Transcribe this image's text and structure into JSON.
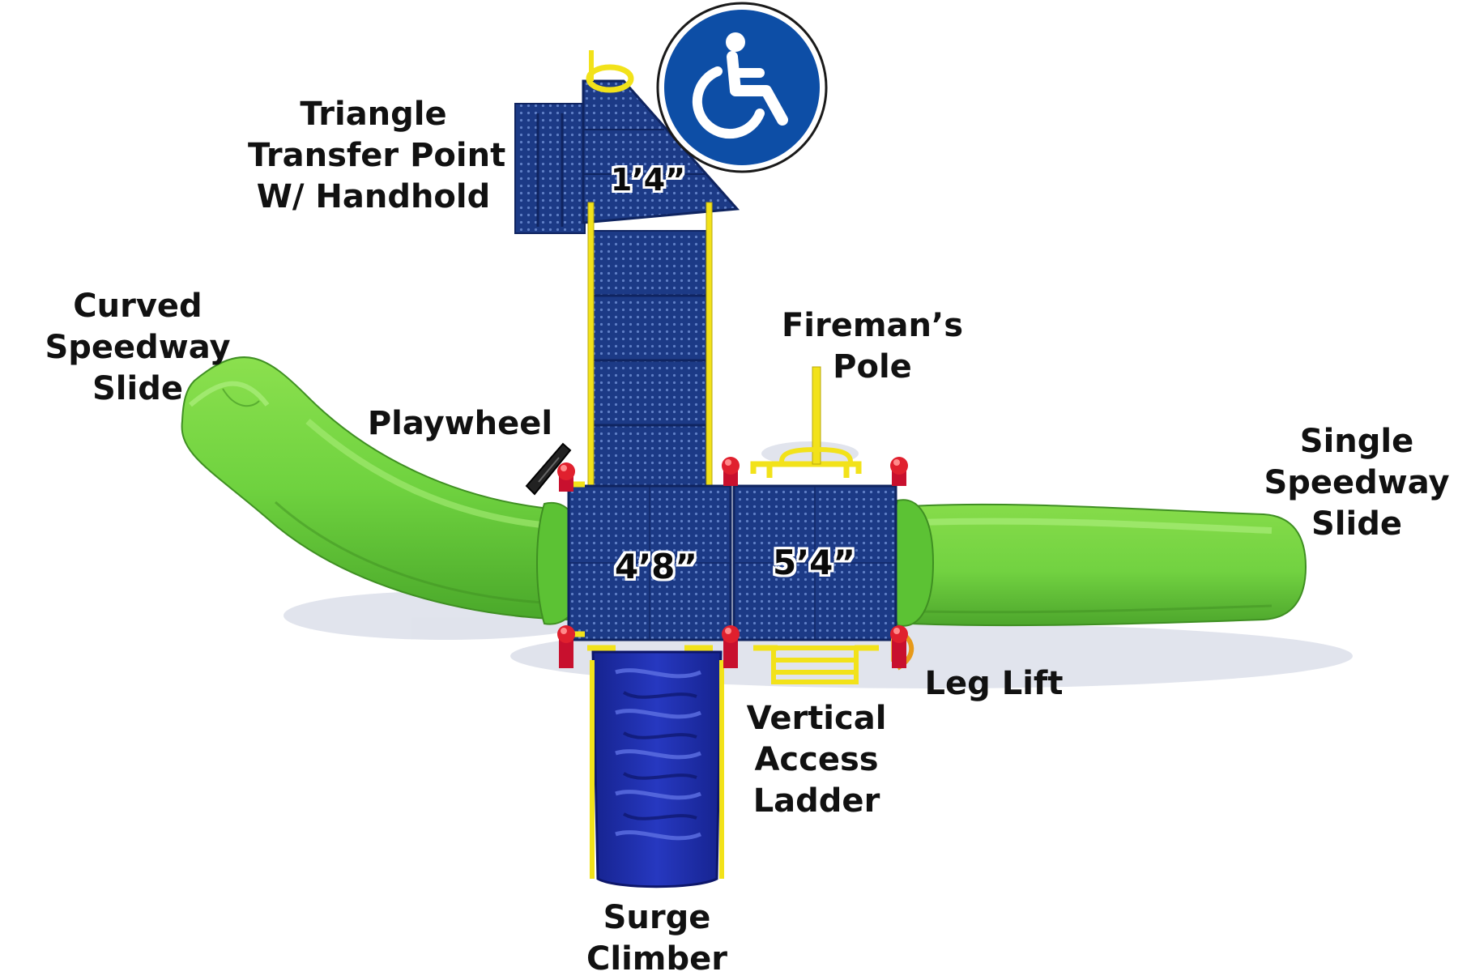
{
  "labels": {
    "triangle_transfer": [
      "Triangle",
      "Transfer Point",
      "W/ Handhold"
    ],
    "curved_slide": [
      "Curved",
      "Speedway",
      "Slide"
    ],
    "playwheel": [
      "Playwheel"
    ],
    "firemans_pole": [
      "Fireman’s",
      "Pole"
    ],
    "single_slide": [
      "Single",
      "Speedway",
      "Slide"
    ],
    "leg_lift": [
      "Leg Lift"
    ],
    "vertical_ladder": [
      "Vertical",
      "Access",
      "Ladder"
    ],
    "surge_climber": [
      "Surge",
      "Climber"
    ]
  },
  "dimensions": {
    "transfer_height": "1’4”",
    "deck_left_height": "4’8”",
    "deck_right_height": "5’4”"
  },
  "icons": {
    "accessibility": "wheelchair-icon"
  },
  "colors": {
    "deck_blue": "#1c3a86",
    "climber_blue": "#1f2fb0",
    "slide_green": "#6fd23f",
    "frame_yellow": "#f2e21a",
    "post_red": "#e0202e",
    "access_blue": "#0d4ea6"
  }
}
